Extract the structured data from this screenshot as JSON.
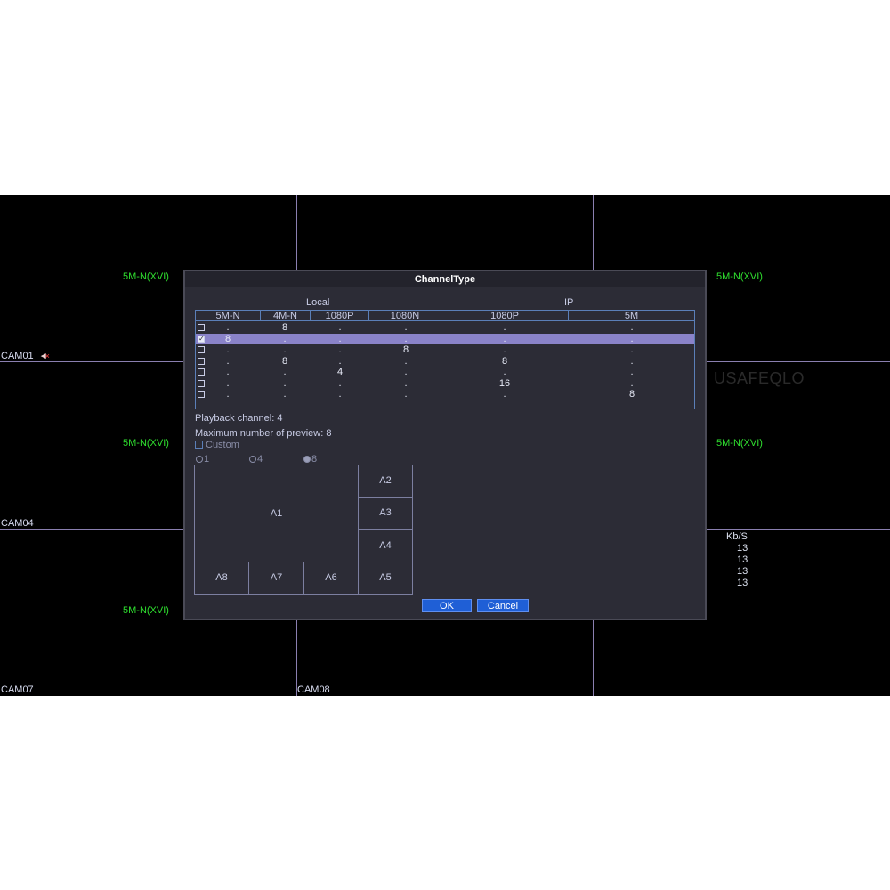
{
  "cameras": {
    "labels": [
      "CAM01",
      "CAM04",
      "CAM07",
      "CAM08"
    ],
    "type_label": "5M-N(XVI)",
    "watermark": "USAFEQLO"
  },
  "bitrate": {
    "header": "Kb/S",
    "values": [
      "13",
      "13",
      "13",
      "13"
    ]
  },
  "dialog": {
    "title": "ChannelType",
    "group_local": "Local",
    "group_ip": "IP",
    "columns": [
      "5M-N",
      "4M-N",
      "1080P",
      "1080N",
      "1080P",
      "5M"
    ],
    "rows": [
      {
        "checked": false,
        "cells": [
          ".",
          "8",
          ".",
          ".",
          ".",
          "."
        ]
      },
      {
        "checked": true,
        "cells": [
          "8",
          ".",
          ".",
          ".",
          ".",
          "."
        ]
      },
      {
        "checked": false,
        "cells": [
          ".",
          ".",
          ".",
          "8",
          ".",
          "."
        ]
      },
      {
        "checked": false,
        "cells": [
          ".",
          "8",
          ".",
          ".",
          "8",
          "."
        ]
      },
      {
        "checked": false,
        "cells": [
          ".",
          ".",
          "4",
          ".",
          ".",
          "."
        ]
      },
      {
        "checked": false,
        "cells": [
          ".",
          ".",
          ".",
          ".",
          "16",
          "."
        ]
      },
      {
        "checked": false,
        "cells": [
          ".",
          ".",
          ".",
          ".",
          ".",
          "8"
        ]
      }
    ],
    "selected_row": 1,
    "playback_channel": "Playback channel: 4",
    "max_preview": "Maximum number of preview: 8",
    "custom_label": "Custom",
    "custom_checked": false,
    "preview_options": [
      "1",
      "4",
      "8"
    ],
    "preview_selected": "8",
    "layout_tiles": [
      "A1",
      "A2",
      "A3",
      "A4",
      "A5",
      "A6",
      "A7",
      "A8"
    ],
    "ok_label": "OK",
    "cancel_label": "Cancel"
  },
  "colors": {
    "type_text": "#2fe02f",
    "selected_row": "#8a83c9",
    "button": "#1f5fd6"
  }
}
